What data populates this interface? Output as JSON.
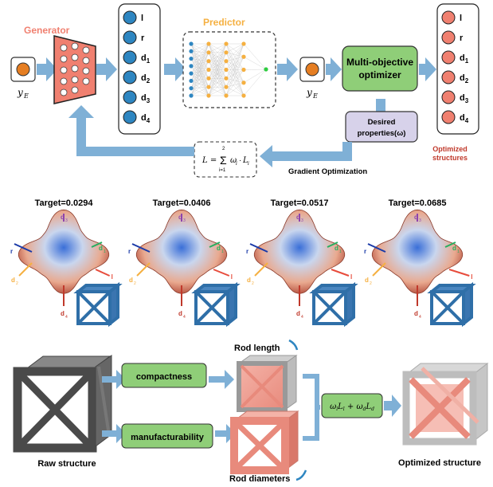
{
  "top": {
    "generator_label": "Generator",
    "predictor_label": "Predictor",
    "input_label": "y",
    "input_sub": "E",
    "output_input_label": "y",
    "output_input_sub": "E",
    "latent_vars": [
      "l",
      "r",
      "d1",
      "d2",
      "d3",
      "d4"
    ],
    "optimized_vars": [
      "l",
      "r",
      "d1",
      "d2",
      "d3",
      "d4"
    ],
    "optimizer_label_1": "Multi-objective",
    "optimizer_label_2": "optimizer",
    "desired_label_1": "Desired",
    "desired_label_2": "properties(ω)",
    "loss_formula": "L = Σ ω_i · L_i",
    "loss_sum_top": "2",
    "loss_sum_bottom": "i=1",
    "gradient_label": "Gradient Optimization",
    "optimized_label_1": "Optimized",
    "optimized_label_2": "structures"
  },
  "middle": {
    "targets": [
      "Target=0.0294",
      "Target=0.0406",
      "Target=0.0517",
      "Target=0.0685"
    ],
    "axis_labels": {
      "d3": "d3",
      "d1": "d1",
      "r": "r",
      "l": "l",
      "d2": "d2",
      "d4": "d4"
    }
  },
  "bottom": {
    "raw_label": "Raw structure",
    "compactness": "compactness",
    "manufacturability": "manufacturability",
    "rod_length": "Rod length",
    "rod_diameters": "Rod diameters",
    "combo_formula": "ω_l L_l + ω_d L_d",
    "optimized_label": "Optimized structure"
  },
  "colors": {
    "arrow": "#7fb0d6",
    "salmon": "#f08070",
    "blue_node": "#2e86c1",
    "orange_node": "#f5b041",
    "green_box": "#8fce78",
    "lavender": "#d7d2ea",
    "dark_red": "#c0392b",
    "cube_blue": "#2f6fa8"
  }
}
